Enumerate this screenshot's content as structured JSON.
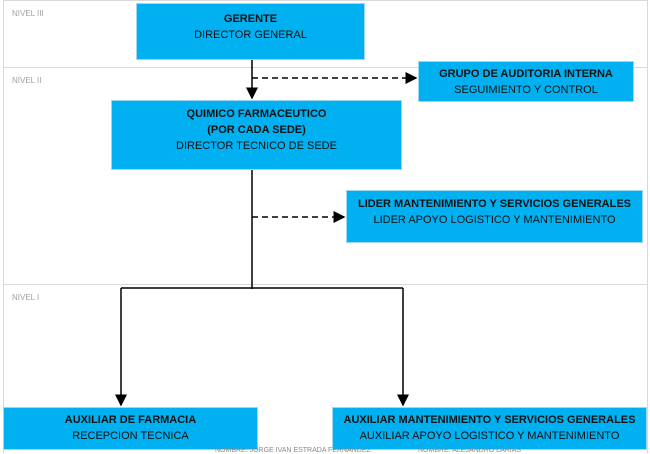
{
  "levels": [
    "NIVEL III",
    "NIVEL II",
    "NIVEL I"
  ],
  "boxes": {
    "gerente": {
      "title": "GERENTE",
      "subtitle": "DIRECTOR GENERAL"
    },
    "auditoria": {
      "title": "GRUPO DE AUDITORIA INTERNA",
      "subtitle": "SEGUIMIENTO Y CONTROL"
    },
    "quimico": {
      "title": "QUIMICO FARMACEUTICO",
      "title2": "(POR CADA SEDE)",
      "subtitle": "DIRECTOR TECNICO DE SEDE"
    },
    "lider": {
      "title": "LIDER MANTENIMIENTO Y SERVICIOS GENERALES",
      "subtitle": "LIDER APOYO LOGISTICO Y MANTENIMIENTO"
    },
    "aux_farmacia": {
      "title": "AUXILIAR DE FARMACIA",
      "subtitle": "RECEPCION TECNICA"
    },
    "aux_mant": {
      "title": "AUXILIAR MANTENIMIENTO Y SERVICIOS GENERALES",
      "subtitle": "AUXILIAR APOYO LOGISTICO Y MANTENIMIENTO"
    }
  },
  "footer": [
    "NOMBRE: JORGE IVAN ESTRADA FERNANDEZ",
    "NOMBRE: ALEJANDRO LARIAS"
  ],
  "colors": {
    "box": "#00b0f0"
  }
}
